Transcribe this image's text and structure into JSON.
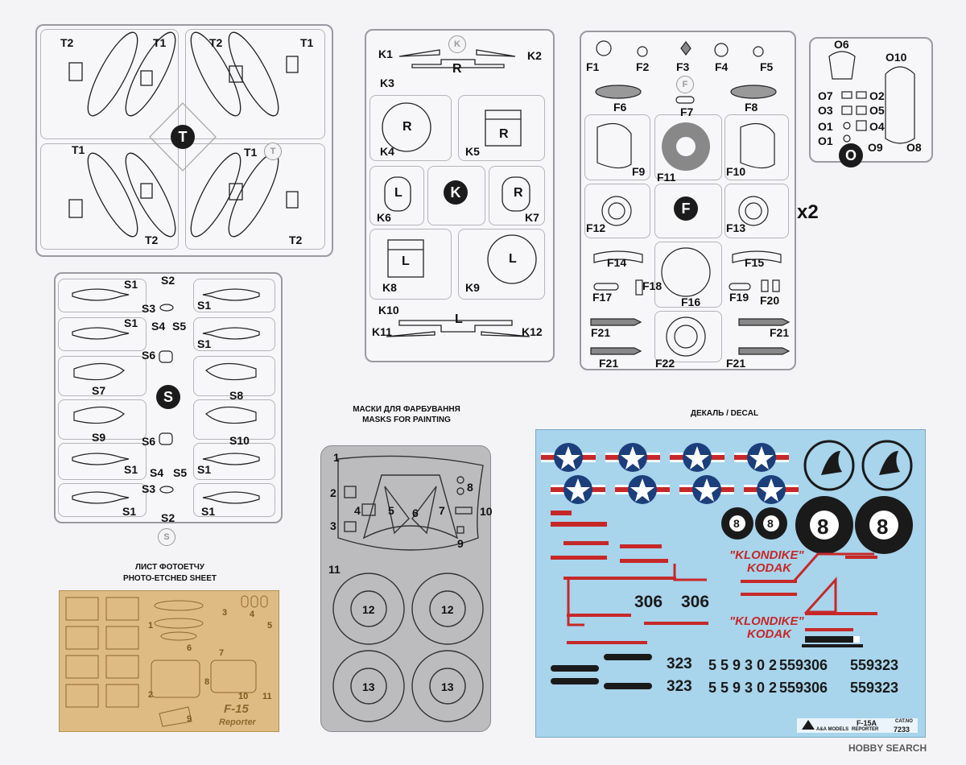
{
  "sprue_T": {
    "badge": "T",
    "gate": "T",
    "labels": [
      "T2",
      "T1",
      "T2",
      "T1",
      "T1",
      "T1",
      "T2",
      "T2"
    ]
  },
  "sprue_K": {
    "badge": "K",
    "gate": "K",
    "labels": [
      "K1",
      "K2",
      "K3",
      "K4",
      "K5",
      "K6",
      "K7",
      "K8",
      "K9",
      "K10",
      "K11",
      "K12"
    ],
    "marks": [
      "R",
      "R",
      "R",
      "L",
      "R",
      "L",
      "L",
      "L"
    ]
  },
  "sprue_F": {
    "badge": "F",
    "gate": "F",
    "multiplier": "x2",
    "labels": [
      "F1",
      "F2",
      "F3",
      "F4",
      "F5",
      "F6",
      "F7",
      "F8",
      "F9",
      "F11",
      "F10",
      "F12",
      "F13",
      "F14",
      "F15",
      "F17",
      "F18",
      "F16",
      "F19",
      "F20",
      "F21",
      "F21",
      "F22",
      "F21",
      "F21"
    ]
  },
  "sprue_O": {
    "badge": "O",
    "labels": [
      "O6",
      "O10",
      "O7",
      "O2",
      "O3",
      "O5",
      "O1",
      "O4",
      "O1",
      "O9",
      "O8"
    ]
  },
  "sprue_S": {
    "badge": "S",
    "gate": "S",
    "labels": [
      "S1",
      "S2",
      "S1",
      "S3",
      "S1",
      "S4",
      "S5",
      "S1",
      "S6",
      "S7",
      "S8",
      "S9",
      "S6",
      "S10",
      "S1",
      "S1",
      "S4",
      "S5",
      "S3",
      "S1",
      "S1",
      "S2"
    ]
  },
  "photo_etched": {
    "title_ua": "ЛИСТ ФОТОЕТЧУ",
    "title_en": "PHOTO-ETCHED SHEET",
    "brand_line1": "F-15",
    "brand_line2": "Reporter",
    "part_numbers": [
      "1",
      "2",
      "3",
      "4",
      "5",
      "6",
      "7",
      "8",
      "9",
      "10",
      "11"
    ]
  },
  "masks": {
    "title_ua": "МАСКИ ДЛЯ ФАРБУВАННЯ",
    "title_en": "MASKS FOR PAINTING",
    "numbers": [
      "1",
      "2",
      "3",
      "4",
      "5",
      "6",
      "7",
      "8",
      "9",
      "10",
      "11",
      "12",
      "12",
      "13",
      "13"
    ]
  },
  "decal": {
    "title": "ДЕКАЛЬ / DECAL",
    "nose_art_1": "\"KLONDIKE\"",
    "nose_art_2": "KODAK",
    "code_306": "306",
    "code_323": "323",
    "serial_559302": "559302",
    "serial_559306": "559306",
    "serial_559323": "559323",
    "eight_ball": "8",
    "footer_model": "F-15A",
    "footer_sub": "REPORTER",
    "footer_cat_label": "CAT.NO",
    "footer_cat": "7233",
    "footer_brand": "A&A MODELS",
    "colors": {
      "blue": "#1c3f7c",
      "red": "#c62828",
      "sheet": "#a8d4ec"
    }
  },
  "watermark": "HOBBY SEARCH"
}
